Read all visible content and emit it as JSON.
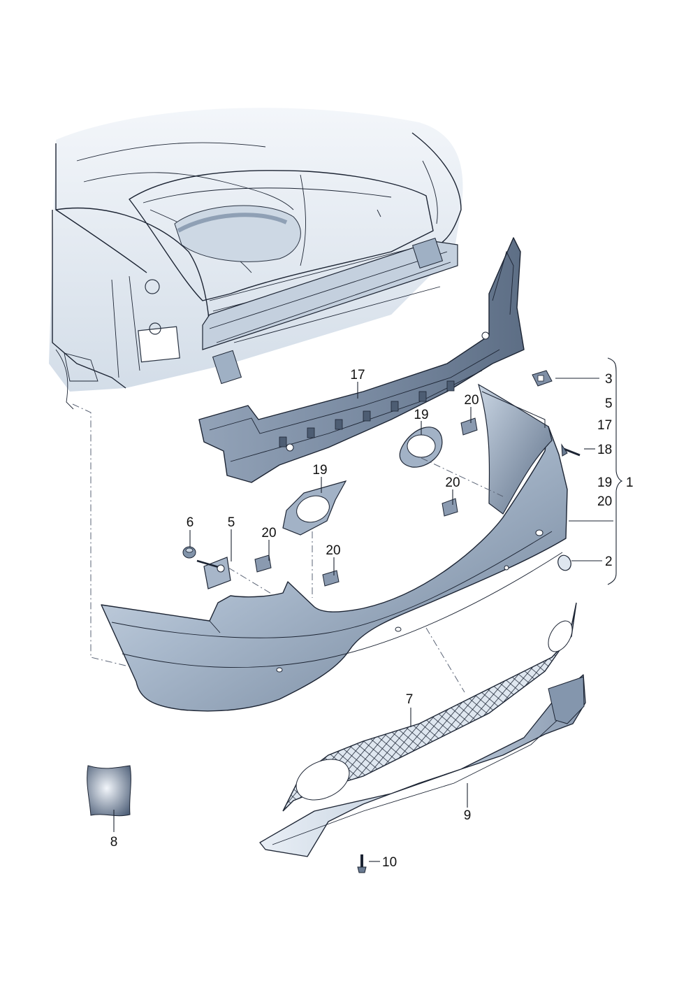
{
  "diagram": {
    "colors": {
      "background": "#ffffff",
      "part_fill_light": "#dfe8f2",
      "part_fill_dark": "#6c7d94",
      "body_fill": "#e7edf4",
      "outline": "#1c2433",
      "leader": "#1b2330"
    },
    "callouts": {
      "c17": "17",
      "c19a": "19",
      "c19b": "19",
      "c20a": "20",
      "c20b": "20",
      "c20c": "20",
      "c20d": "20",
      "c6": "6",
      "c5": "5",
      "c7": "7",
      "c8": "8",
      "c9": "9",
      "c10": "10",
      "c2": "2"
    },
    "group": {
      "items": [
        "3",
        "5",
        "17",
        "18",
        "19",
        "20"
      ],
      "total": "1"
    }
  }
}
